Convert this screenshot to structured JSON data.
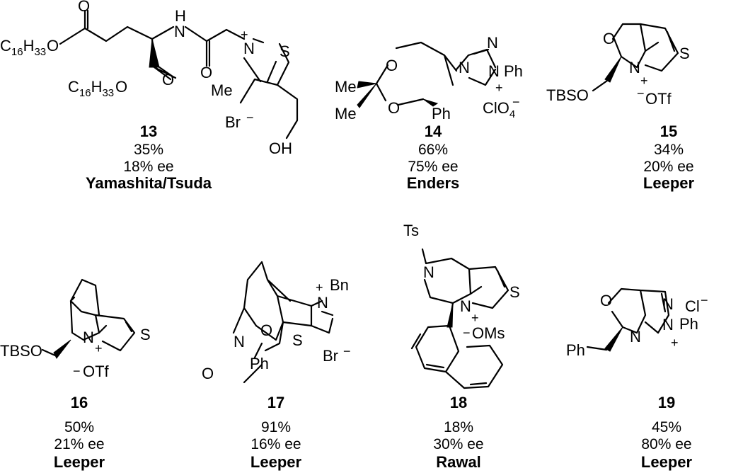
{
  "entries": [
    {
      "number": "13",
      "yield": "35%",
      "ee": "18% ee",
      "author": "Yamashita/Tsuda"
    },
    {
      "number": "14",
      "yield": "66%",
      "ee": "75% ee",
      "author": "Enders"
    },
    {
      "number": "15",
      "yield": "34%",
      "ee": "20% ee",
      "author": "Leeper"
    },
    {
      "number": "16",
      "yield": "50%",
      "ee": "21% ee",
      "author": "Leeper"
    },
    {
      "number": "17",
      "yield": "91%",
      "ee": "16% ee",
      "author": "Leeper"
    },
    {
      "number": "18",
      "yield": "18%",
      "ee": "30% ee",
      "author": "Rawal"
    },
    {
      "number": "19",
      "yield": "45%",
      "ee": "80% ee",
      "author": "Leeper"
    }
  ],
  "atom_labels": {
    "O": "O",
    "N": "N",
    "S": "S",
    "H": "H",
    "C16H33_C": "C",
    "C16H33_16": "16",
    "C16H33_H": "H",
    "C16H33_33": "33",
    "Me": "Me",
    "OH": "OH",
    "Br": "Br",
    "Cl": "Cl",
    "ClO4_Cl": "Cl",
    "ClO4_O": "O",
    "ClO4_4": "4",
    "Ph": "Ph",
    "TBSO": "TBSO",
    "OTf": "OTf",
    "OMs": "OMs",
    "Ts": "Ts",
    "Bn": "Bn",
    "plus": "+",
    "minus": "−"
  }
}
